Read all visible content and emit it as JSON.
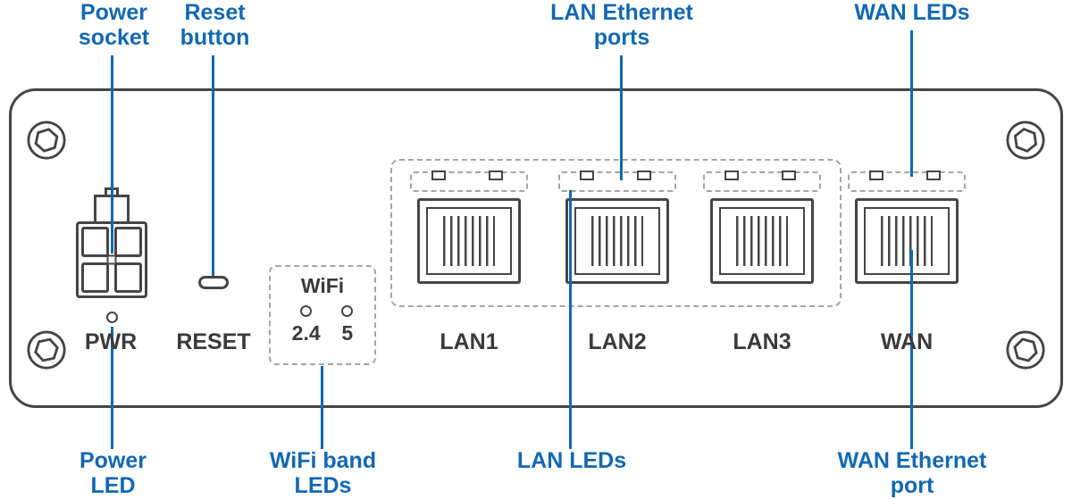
{
  "colors": {
    "accent": "#1268b1",
    "outline": "#454545",
    "dashed": "#a5a5a5",
    "ink": "#3a3a3a"
  },
  "callouts": {
    "power_socket": "Power\nsocket",
    "reset_button": "Reset\nbutton",
    "lan_ethernet_ports": "LAN Ethernet\nports",
    "wan_leds": "WAN LEDs",
    "power_led": "Power\nLED",
    "wifi_band_leds": "WiFi band\nLEDs",
    "lan_leds": "LAN LEDs",
    "wan_ethernet_port": "WAN Ethernet\nport"
  },
  "device": {
    "power_label": "PWR",
    "reset_label": "RESET",
    "wifi": {
      "title": "WiFi",
      "bands": [
        "2.4",
        "5"
      ]
    },
    "ports": [
      {
        "label": "LAN1"
      },
      {
        "label": "LAN2"
      },
      {
        "label": "LAN3"
      },
      {
        "label": "WAN"
      }
    ]
  }
}
